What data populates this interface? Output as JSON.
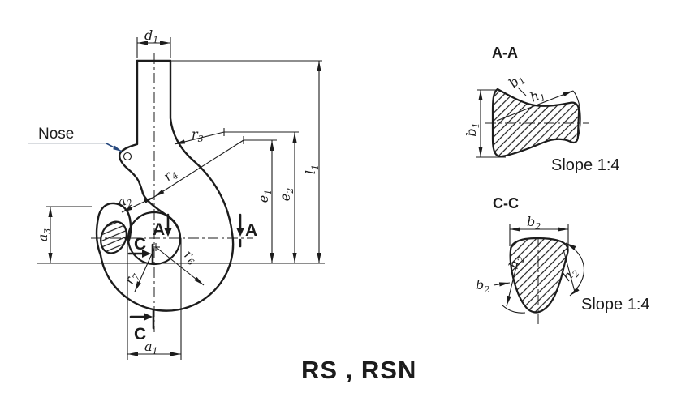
{
  "drawing": {
    "title": "RS , RSN",
    "nose_label": "Nose"
  },
  "main_view": {
    "dim_labels": {
      "d1": {
        "b": "d",
        "s": "1"
      },
      "l1": {
        "b": "l",
        "s": "1"
      },
      "e1": {
        "b": "e",
        "s": "1"
      },
      "e2": {
        "b": "e",
        "s": "2"
      },
      "r3": {
        "b": "r",
        "s": "3"
      },
      "r4": {
        "b": "r",
        "s": "4"
      },
      "r6": {
        "b": "r",
        "s": "6"
      },
      "r7": {
        "b": "r",
        "s": "7"
      },
      "a1": {
        "b": "a",
        "s": "1"
      },
      "a2": {
        "b": "a",
        "s": "2"
      },
      "a3": {
        "b": "a",
        "s": "3"
      }
    },
    "section_marks": {
      "a": "A",
      "c": "C"
    }
  },
  "section_aa": {
    "title": "A-A",
    "slope_note": "Slope 1:4",
    "labels": {
      "b1": {
        "b": "b",
        "s": "1"
      },
      "h1": {
        "b": "h",
        "s": "1"
      }
    }
  },
  "section_cc": {
    "title": "C-C",
    "slope_note": "Slope 1:4",
    "labels": {
      "b2": {
        "b": "b",
        "s": "2"
      },
      "h2": {
        "b": "h",
        "s": "2"
      }
    }
  },
  "colors": {
    "line": "#1c1c1c",
    "background": "#ffffff",
    "nose_arrow": "#27497e",
    "leader_line": "#b3b9c2"
  }
}
